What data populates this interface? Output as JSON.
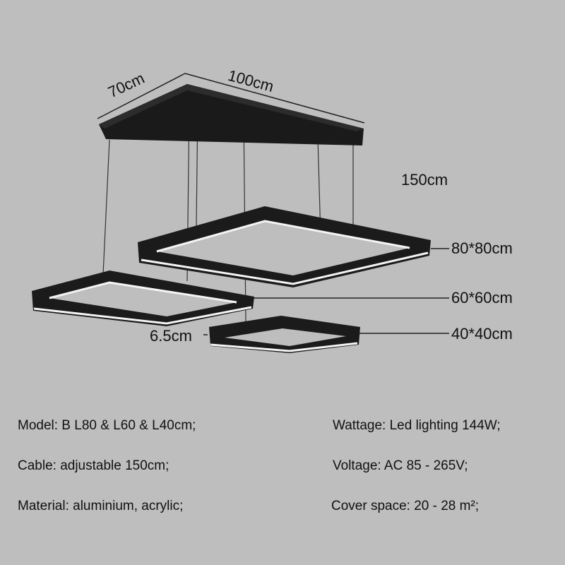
{
  "dimensions": {
    "depth": "70cm",
    "length": "100cm",
    "cable": "150cm",
    "ring_large": "80*80cm",
    "ring_medium": "60*60cm",
    "ring_small": "40*40cm",
    "ring_height": "6.5cm"
  },
  "specs": {
    "model": "Model:  B L80 & L60 & L40cm;",
    "cable": "Cable: adjustable 150cm;",
    "material": "Material: aluminium, acrylic;",
    "wattage": "Wattage: Led lighting 144W;",
    "voltage": "Voltage: AC 85 - 265V;",
    "cover": "Cover space: 20 - 28 m²;"
  },
  "colors": {
    "background": "#bebebe",
    "fixture": "#1a1a1a",
    "led": "#f4f4f4"
  }
}
